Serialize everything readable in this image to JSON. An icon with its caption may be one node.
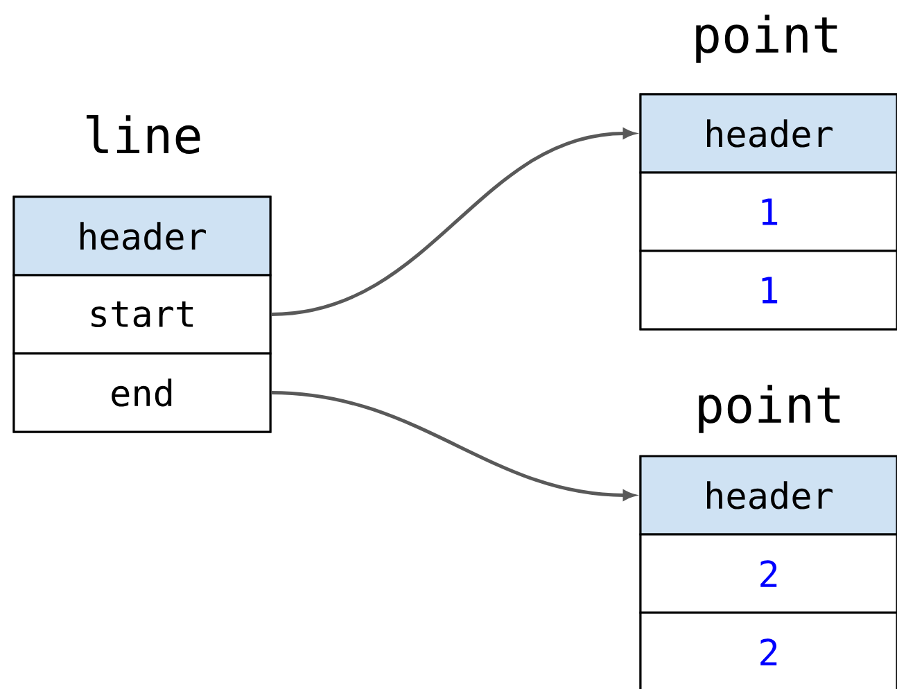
{
  "diagram": {
    "nodes": [
      {
        "text": [
          "line"
        ]
      },
      {
        "text": [
          "header"
        ],
        "in": 0
      },
      {
        "text": [
          "start"
        ],
        "in": 0
      },
      {
        "text": [
          "end"
        ],
        "in": 0
      },
      {
        "text": [
          "point"
        ]
      },
      {
        "text": [
          "header"
        ],
        "in": 4
      },
      {
        "text": [
          "1"
        ],
        "in": 4
      },
      {
        "text": [
          "1"
        ],
        "in": 4
      },
      {
        "text": [
          "point"
        ]
      },
      {
        "text": [
          "header"
        ],
        "in": 8
      },
      {
        "text": [
          "2"
        ],
        "in": 8
      },
      {
        "text": [
          "2"
        ],
        "in": 8
      }
    ],
    "edges": [
      {
        "from": 2,
        "to": 5,
        "arrow": "to"
      },
      {
        "from": 3,
        "to": 9,
        "arrow": "to"
      }
    ]
  }
}
